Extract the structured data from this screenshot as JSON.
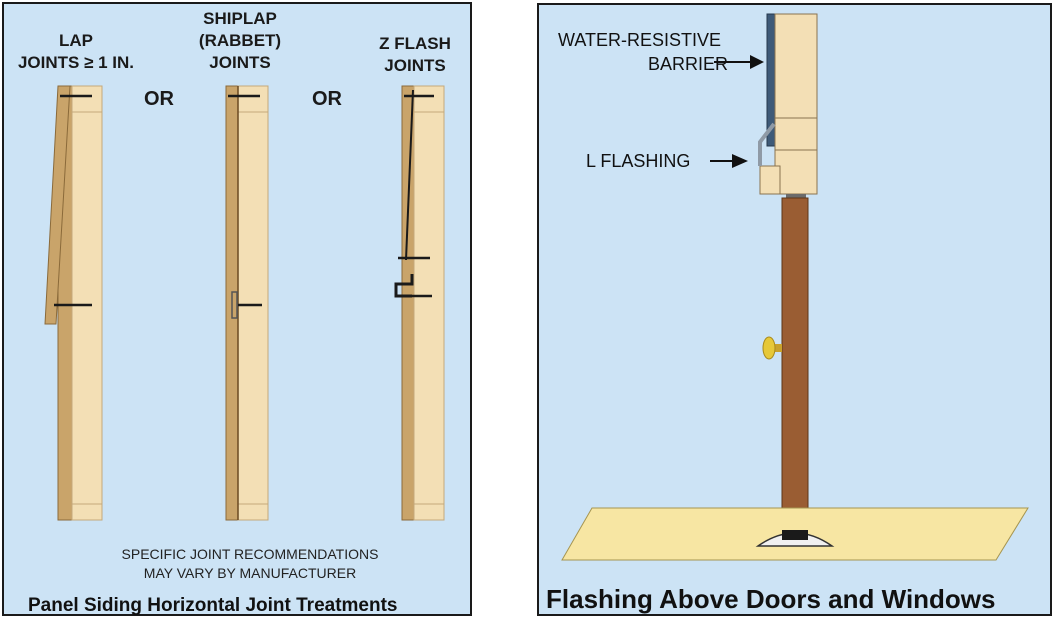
{
  "left_panel": {
    "col1_label": [
      "LAP",
      "JOINTS ≥ 1 IN."
    ],
    "col2_label": [
      "SHIPLAP",
      "(RABBET)",
      "JOINTS"
    ],
    "col3_label": [
      "Z FLASH",
      "JOINTS"
    ],
    "or_1": "OR",
    "or_2": "OR",
    "note": [
      "SPECIFIC JOINT RECOMMENDATIONS",
      "MAY VARY BY MANUFACTURER"
    ],
    "title": "Panel Siding Horizontal Joint Treatments"
  },
  "right_panel": {
    "label_barrier": [
      "WATER-RESISTIVE",
      "BARRIER"
    ],
    "label_flashing": "L FLASHING",
    "title": "Flashing Above Doors and Windows"
  },
  "colors": {
    "panel_bg": "#cce3f5",
    "siding": "#f3dfb5",
    "siding_edge": "#c5a97a",
    "stud": "#c9a46a",
    "door": "#9a5d33",
    "floor": "#f7e6a3",
    "nail": "#1a1a1a"
  }
}
